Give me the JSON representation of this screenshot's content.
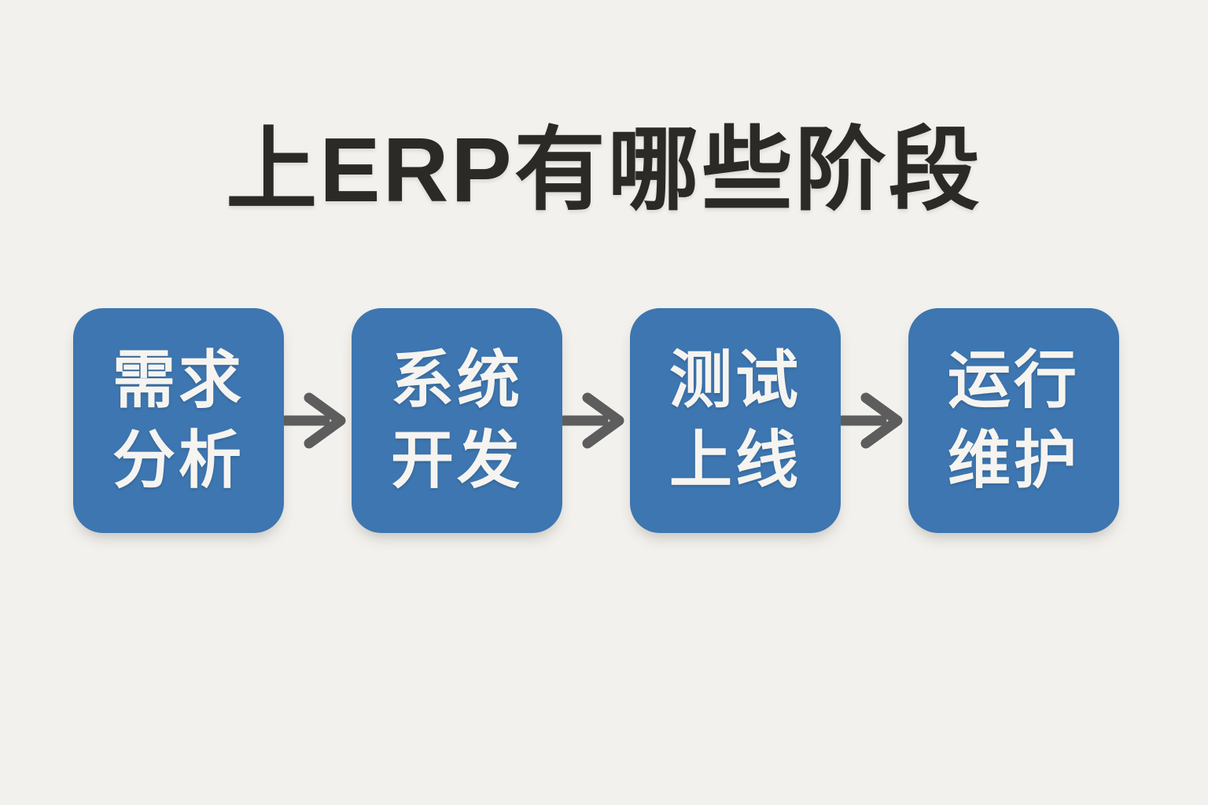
{
  "title": "上ERP有哪些阶段",
  "flow": {
    "stages": [
      {
        "name": "requirements-analysis",
        "line1": "需求",
        "line2": "分析"
      },
      {
        "name": "system-development",
        "line1": "系统",
        "line2": "开发"
      },
      {
        "name": "testing-launch",
        "line1": "测试",
        "line2": "上线"
      },
      {
        "name": "operation-maintenance",
        "line1": "运行",
        "line2": "维护"
      }
    ],
    "connector": "right-arrow"
  },
  "colors": {
    "background": "#f3f1ed",
    "box": "#3d76b0",
    "box_text": "#f6f4f0",
    "arrow": "#5d5d5d",
    "title_text": "#2b2a27"
  }
}
